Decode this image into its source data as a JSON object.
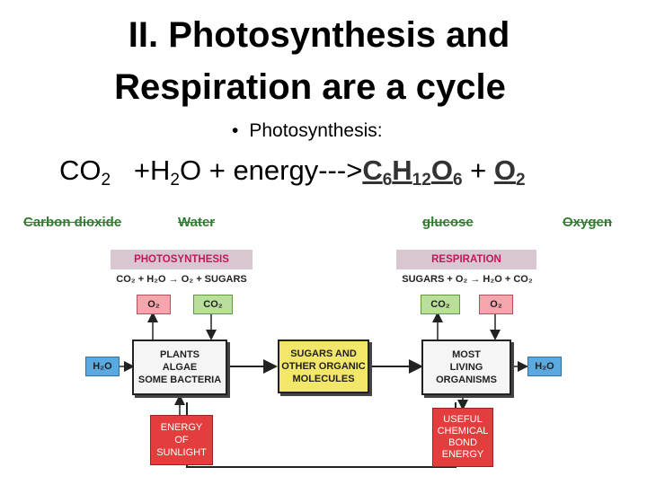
{
  "title": {
    "line1": "II. Photosynthesis and",
    "line2": "Respiration are a cycle"
  },
  "bullet": "Photosynthesis:",
  "equation": {
    "co2": "CO",
    "co2_sub": "2",
    "plus_h": "+H",
    "h2o_sub": "2",
    "o_energy": "O + energy--->",
    "c": "C",
    "c_sub": "6",
    "h": "H",
    "h_sub": "12",
    "o": "O",
    "o_sub": "6",
    "plus": " + ",
    "o2": "O",
    "o2_sub": "2"
  },
  "labels": {
    "carbon_dioxide": "Carbon dioxide",
    "water": "Water",
    "glucose": "glucose",
    "oxygen": "Oxygen"
  },
  "diagram": {
    "photosynthesis": {
      "header": "PHOTOSYNTHESIS",
      "formula": "CO₂ + H₂O → O₂ + SUGARS",
      "out_o2": "O₂",
      "in_co2": "CO₂",
      "water": "H₂O",
      "organisms": [
        "PLANTS",
        "ALGAE",
        "SOME BACTERIA"
      ],
      "energy": [
        "ENERGY",
        "OF",
        "SUNLIGHT"
      ]
    },
    "center": [
      "SUGARS AND",
      "OTHER ORGANIC",
      "MOLECULES"
    ],
    "respiration": {
      "header": "RESPIRATION",
      "formula": "SUGARS + O₂ → H₂O + CO₂",
      "out_co2": "CO₂",
      "in_o2": "O₂",
      "water": "H₂O",
      "organisms": [
        "MOST",
        "LIVING",
        "ORGANISMS"
      ],
      "energy": [
        "USEFUL",
        "CHEMICAL",
        "BOND",
        "ENERGY"
      ]
    }
  },
  "colors": {
    "label_green": "#2f7d2f",
    "header_pink": "#c2185b",
    "energy_red": "#e33d3d",
    "sugars_yellow": "#f3e76a",
    "water_blue": "#5aa9e0"
  }
}
